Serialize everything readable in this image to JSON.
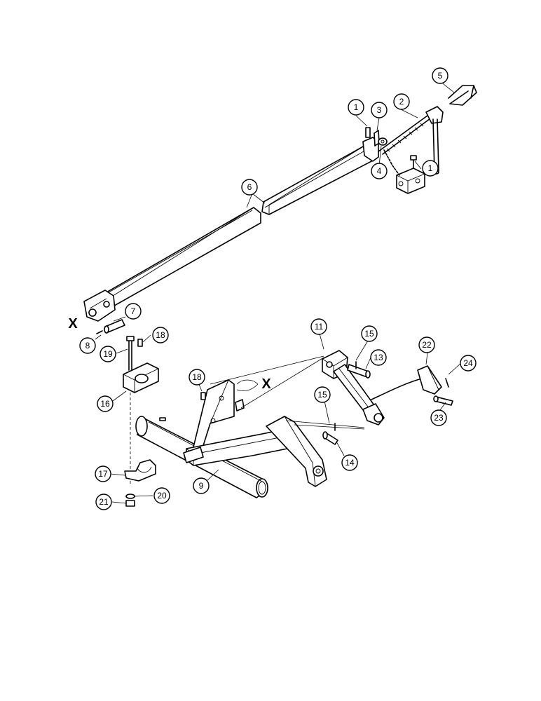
{
  "callouts": [
    {
      "n": "1"
    },
    {
      "n": "2"
    },
    {
      "n": "3"
    },
    {
      "n": "4"
    },
    {
      "n": "5"
    },
    {
      "n": "1"
    },
    {
      "n": "6"
    },
    {
      "n": "7"
    },
    {
      "n": "8"
    },
    {
      "n": "19"
    },
    {
      "n": "18"
    },
    {
      "n": "16"
    },
    {
      "n": "11"
    },
    {
      "n": "15"
    },
    {
      "n": "13"
    },
    {
      "n": "22"
    },
    {
      "n": "24"
    },
    {
      "n": "23"
    },
    {
      "n": "18"
    },
    {
      "n": "15"
    },
    {
      "n": "14"
    },
    {
      "n": "9"
    },
    {
      "n": "17"
    },
    {
      "n": "20"
    },
    {
      "n": "21"
    }
  ],
  "reference_marks": [
    {
      "text": "X"
    },
    {
      "text": "X"
    }
  ]
}
